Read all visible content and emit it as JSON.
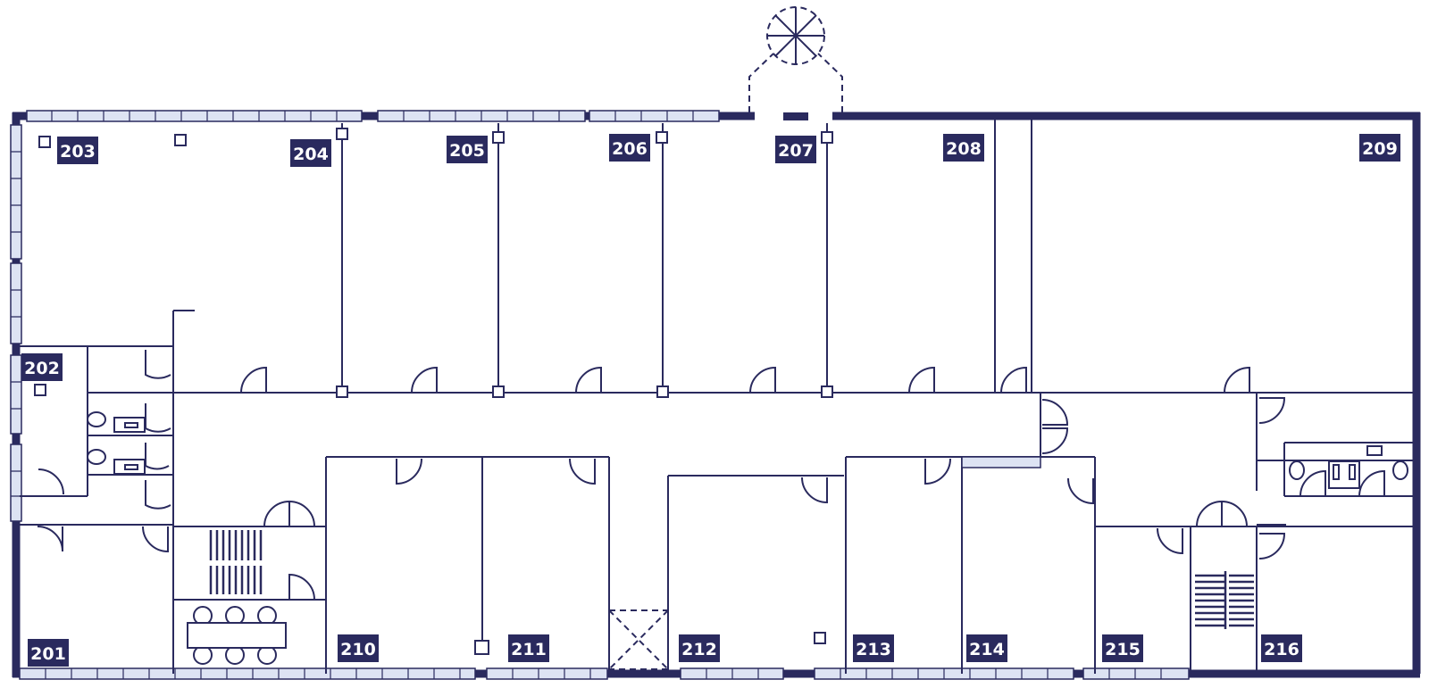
{
  "plan": {
    "rooms": [
      {
        "id": "203"
      },
      {
        "id": "204"
      },
      {
        "id": "205"
      },
      {
        "id": "206"
      },
      {
        "id": "207"
      },
      {
        "id": "208"
      },
      {
        "id": "209"
      },
      {
        "id": "202"
      },
      {
        "id": "201"
      },
      {
        "id": "210"
      },
      {
        "id": "211"
      },
      {
        "id": "212"
      },
      {
        "id": "213"
      },
      {
        "id": "214"
      },
      {
        "id": "215"
      },
      {
        "id": "216"
      }
    ],
    "colors": {
      "wall": "#2a2a5e",
      "window": "#dde3f3",
      "label_bg": "#2a2a5e",
      "label_text": "#ffffff"
    }
  }
}
